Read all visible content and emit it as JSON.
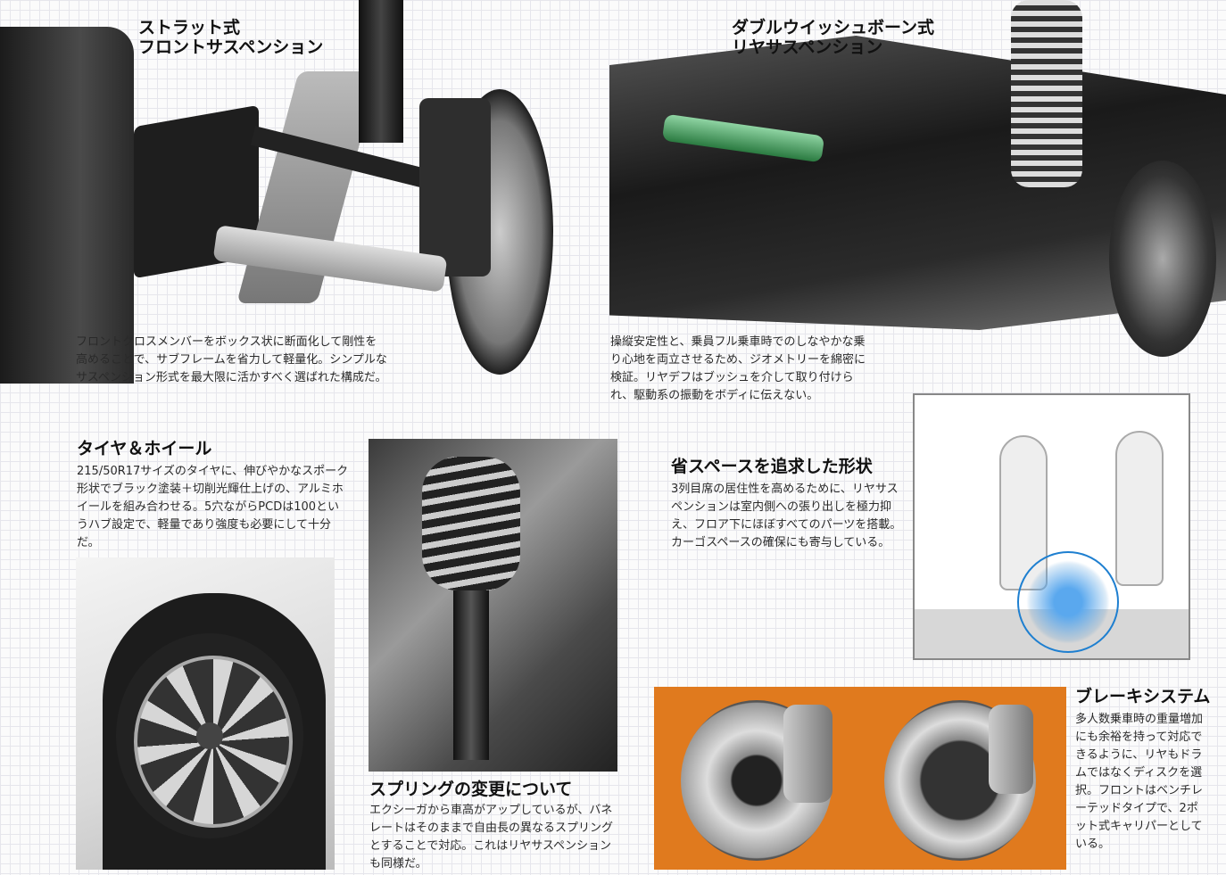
{
  "front_suspension": {
    "title": "ストラット式\nフロントサスペンション",
    "body": "フロントクロスメンバーをボックス状に断面化して剛性を高めることで、サブフレームを省力して軽量化。シンプルなサスペンション形式を最大限に活かすべく選ばれた構成だ。"
  },
  "rear_suspension": {
    "title": "ダブルウイッシュボーン式\nリヤサスペンション",
    "body": "操縦安定性と、乗員フル乗車時でのしなやかな乗り心地を両立させるため、ジオメトリーを綿密に検証。リヤデフはブッシュを介して取り付けられ、駆動系の振動をボディに伝えない。"
  },
  "tire_wheel": {
    "title": "タイヤ＆ホイール",
    "body": "215/50R17サイズのタイヤに、伸びやかなスポーク形状でブラック塗装＋切削光輝仕上げの、アルミホイールを組み合わせる。5穴ながらPCDは100というハブ設定で、軽量であり強度も必要にして十分だ。"
  },
  "space_saving": {
    "title": "省スペースを追求した形状",
    "body": "3列目席の居住性を高めるために、リヤサスペンションは室内側への張り出しを極力抑え、フロア下にほぼすべてのパーツを搭載。カーゴスペースの確保にも寄与している。"
  },
  "spring": {
    "title": "スプリングの変更について",
    "body": "エクシーガから車高がアップしているが、バネレートはそのままで自由長の異なるスプリングとすることで対応。これはリヤサスペンションも同様だ。"
  },
  "brake": {
    "title": "ブレーキシステム",
    "body": "多人数乗車時の重量増加にも余裕を持って対応できるように、リヤもドラムではなくディスクを選択。フロントはベンチレーテッドタイプで、2ポット式キャリパーとしている。"
  },
  "colors": {
    "brake_bg": "#e07a1e",
    "diagram_blue": "#1e7fd0"
  }
}
